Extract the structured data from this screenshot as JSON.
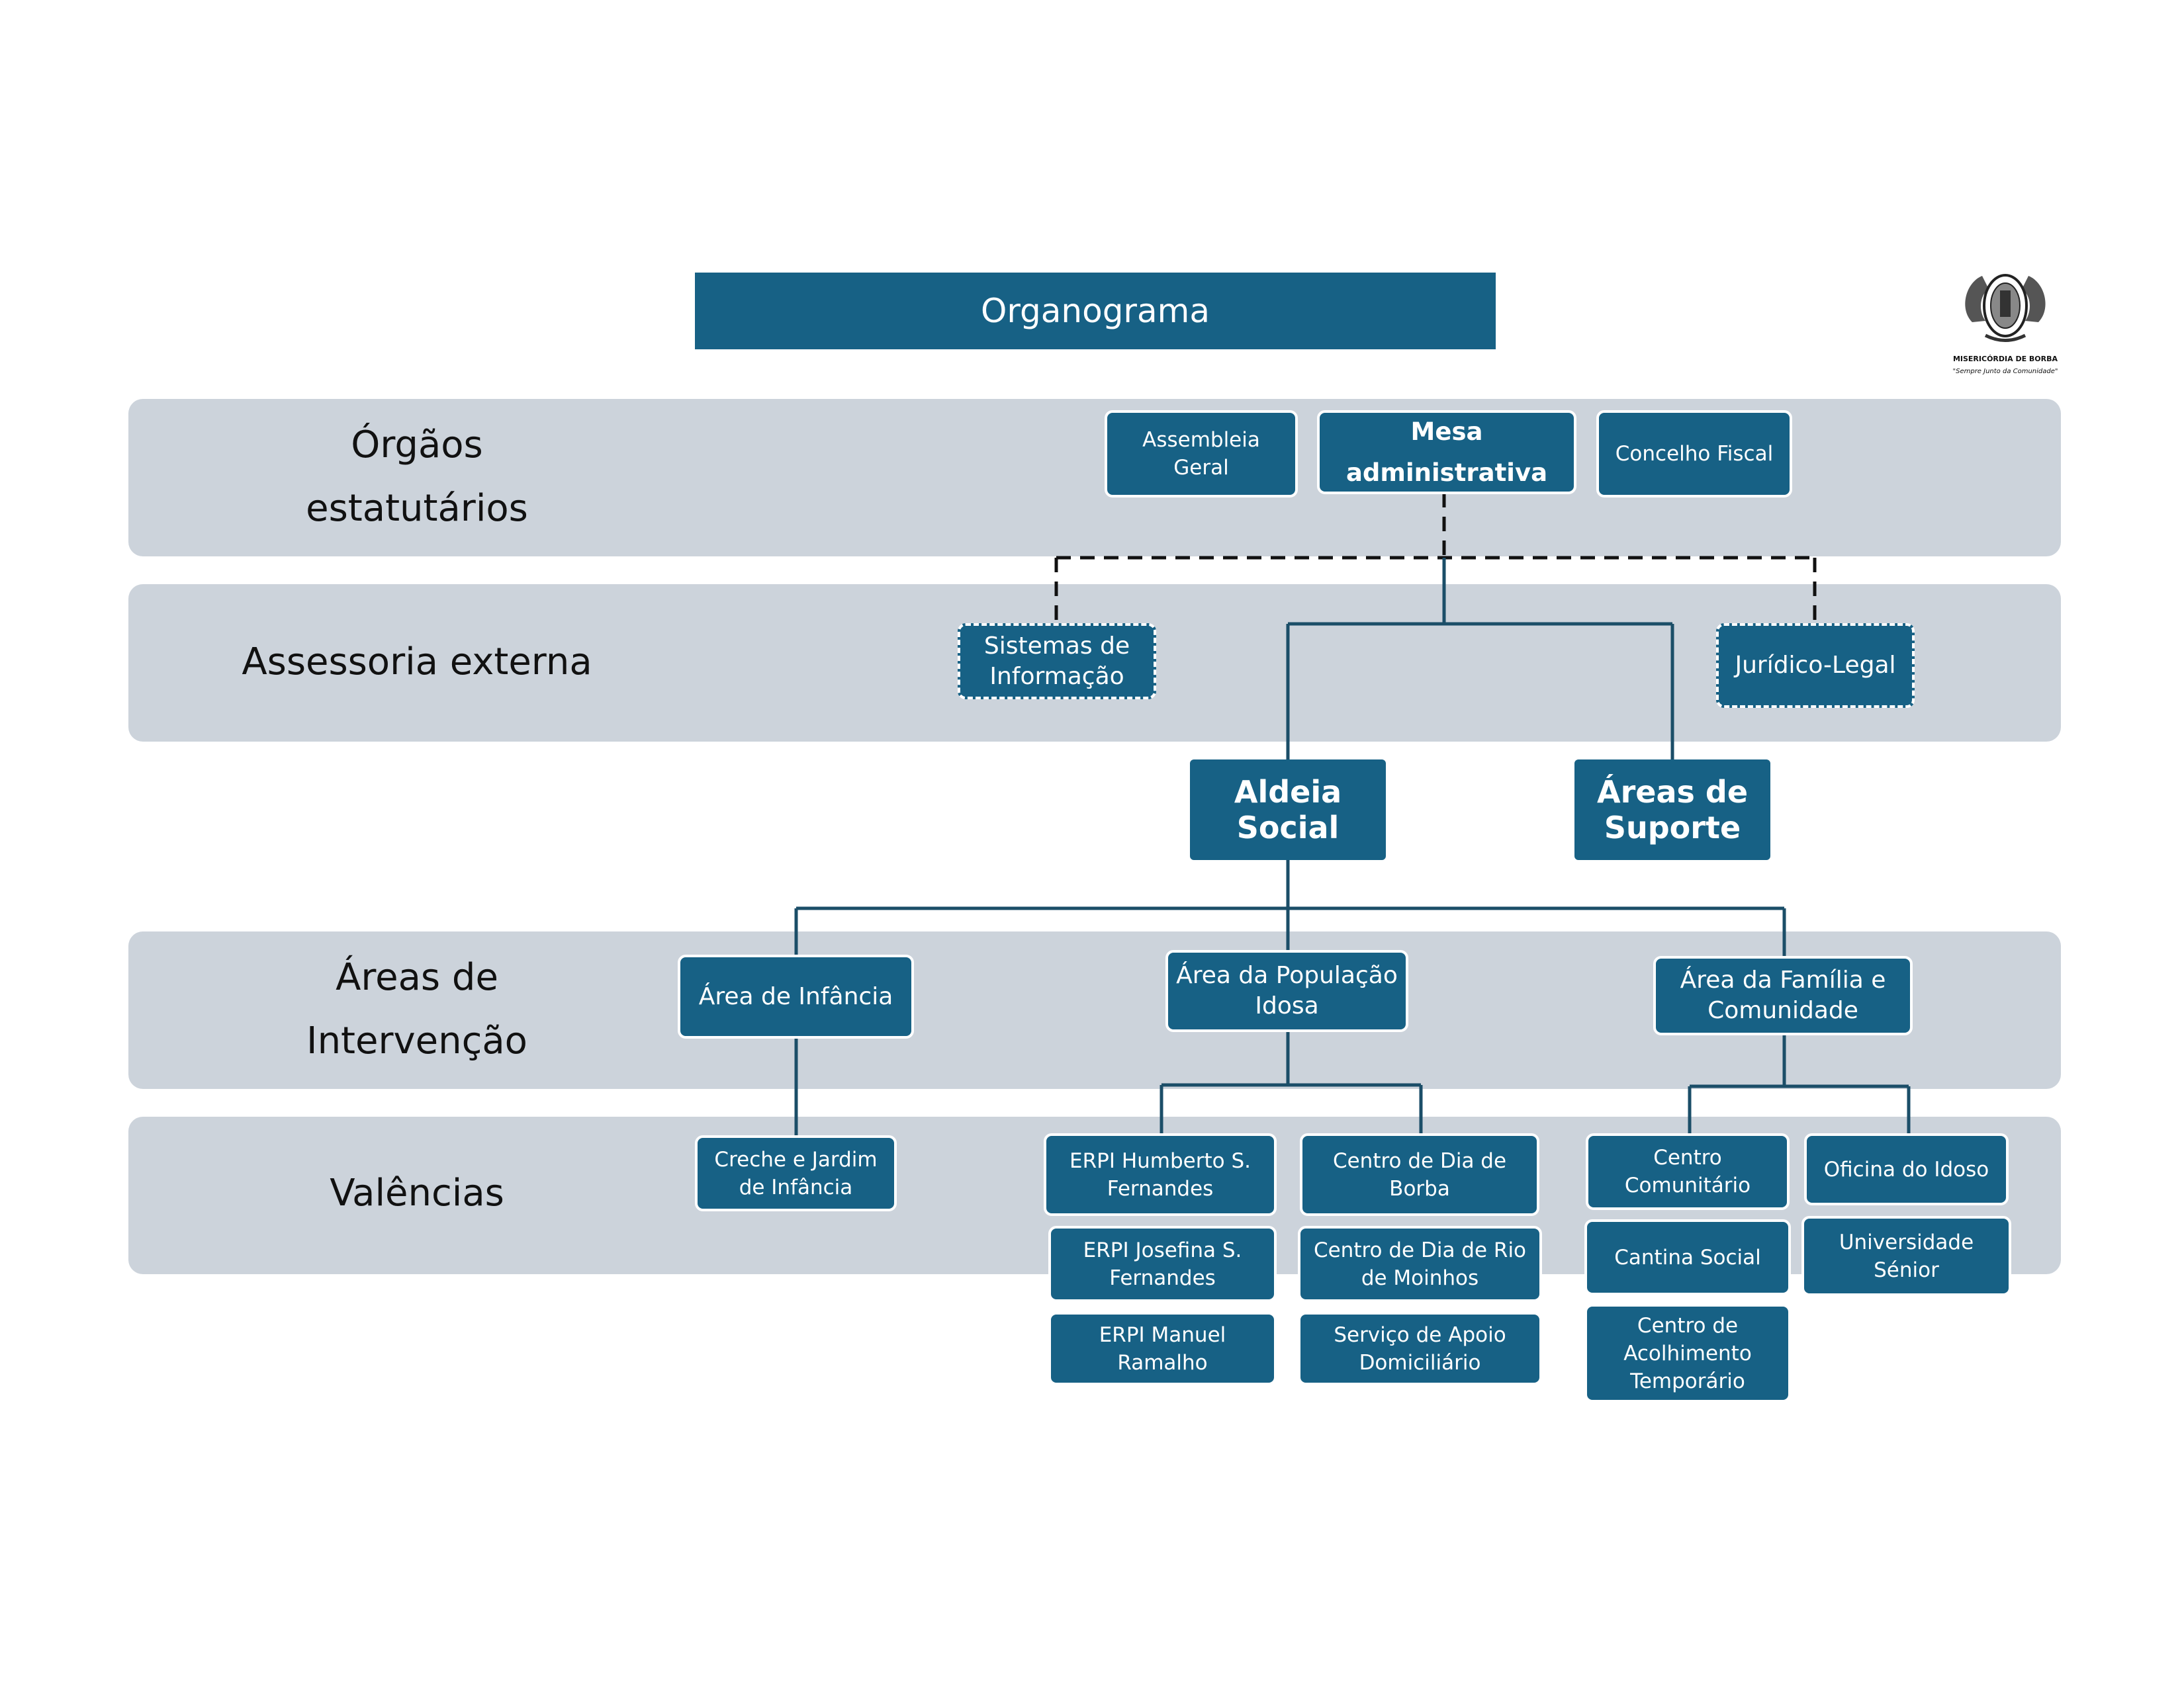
{
  "title": "Organograma",
  "logo": {
    "name": "MISERICÓRDIA DE BORBA",
    "motto": "\"Sempre Junto da Comunidade\""
  },
  "bands": {
    "orgaos": "Órgãos estatutários",
    "assessoria": "Assessoria externa",
    "areas": "Áreas de Intervenção",
    "valencias": "Valências"
  },
  "nodes": {
    "assembleia": "Assembleia Geral",
    "mesa": "Mesa administrativa",
    "concelho": "Concelho Fiscal",
    "sistemas": "Sistemas de Informação",
    "juridico": "Jurídico-Legal",
    "aldeia": "Aldeia Social",
    "suporte": "Áreas de Suporte",
    "infancia": "Área de Infância",
    "idosa": "Área da População Idosa",
    "familia": "Área da Família e Comunidade",
    "creche": "Creche e Jardim de Infância",
    "erpi_humberto": "ERPI Humberto S. Fernandes",
    "erpi_josefina": "ERPI Josefina S. Fernandes",
    "erpi_manuel": "ERPI Manuel Ramalho",
    "centro_borba": "Centro de Dia de Borba",
    "centro_rio": "Centro de Dia de Rio de Moinhos",
    "servico_apoio": "Serviço de Apoio Domiciliário",
    "centro_comunitario": "Centro Comunitário",
    "cantina": "Cantina Social",
    "centro_acolhimento": "Centro de Acolhimento Temporário",
    "oficina": "Oficina do Idoso",
    "universidade": "Universidade Sénior"
  },
  "colors": {
    "node": "#176185",
    "band": "#ccd3db",
    "line": "#1b4e68"
  }
}
